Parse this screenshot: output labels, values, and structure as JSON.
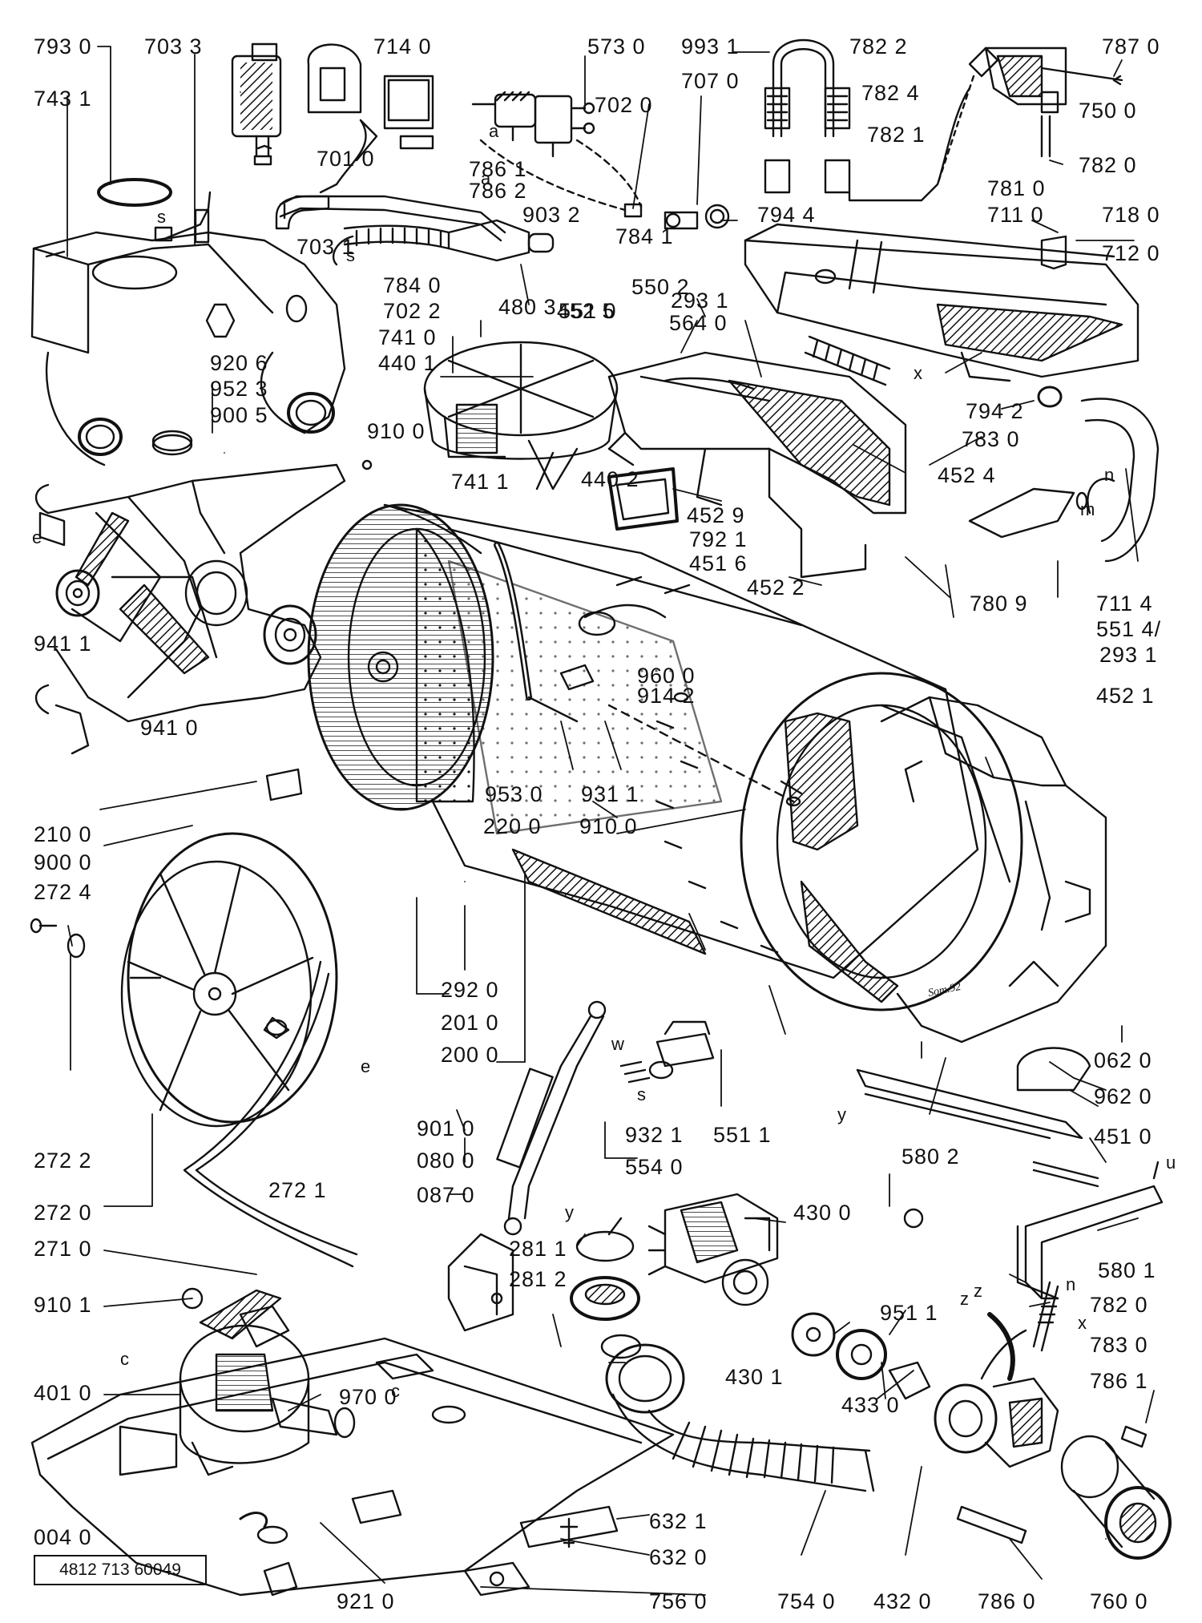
{
  "document_number": "4812 713 60049",
  "signature": "Som.92",
  "part_labels": [
    "793 0",
    "703 3",
    "743 1",
    "714 0",
    "573 0",
    "993 1",
    "782 2",
    "787 0",
    "707 0",
    "702 0",
    "782 4",
    "750 0",
    "782 1",
    "701 0",
    "786 1",
    "786 2",
    "782 0",
    "903 2",
    "794 4",
    "781 0",
    "703 1",
    "784 1",
    "711 0",
    "718 0",
    "712 0",
    "784 0",
    "702 2",
    "741 0",
    "440 1",
    "480 3",
    "452 5",
    "551 0",
    "550 2",
    "293 1",
    "564 0",
    "920 6",
    "952 3",
    "900 5",
    "794 2",
    "783 0",
    "910 0",
    "741 1",
    "440 2",
    "452 4",
    "452 9",
    "792 1",
    "451 6",
    "452 2",
    "780 9",
    "711 4",
    "941 1",
    "551 4/",
    "293 1",
    "941 0",
    "960 0",
    "914 2",
    "452 1",
    "953 0",
    "931 1",
    "220 0",
    "910 0",
    "210 0",
    "900 0",
    "272 4",
    "292 0",
    "201 0",
    "062 0",
    "200 0",
    "962 0",
    "901 0",
    "932 1",
    "551 1",
    "451 0",
    "080 0",
    "554 0",
    "272 2",
    "580 2",
    "087 0",
    "430 0",
    "272 0",
    "272 1",
    "271 0",
    "281 1",
    "580 1",
    "910 1",
    "782 0",
    "281 2",
    "430 1",
    "951 1",
    "783 0",
    "401 0",
    "970 0",
    "433 0",
    "786 1",
    "632 1",
    "632 0",
    "004 0",
    "921 0",
    "756 0",
    "754 0",
    "432 0",
    "786 0",
    "760 0"
  ],
  "letter_markers": [
    "s",
    "a",
    "a",
    "s",
    "x",
    "m",
    "n",
    "e",
    "e",
    "c",
    "w",
    "s",
    "y",
    "y",
    "u",
    "z",
    "x",
    "n",
    "z",
    "c"
  ]
}
